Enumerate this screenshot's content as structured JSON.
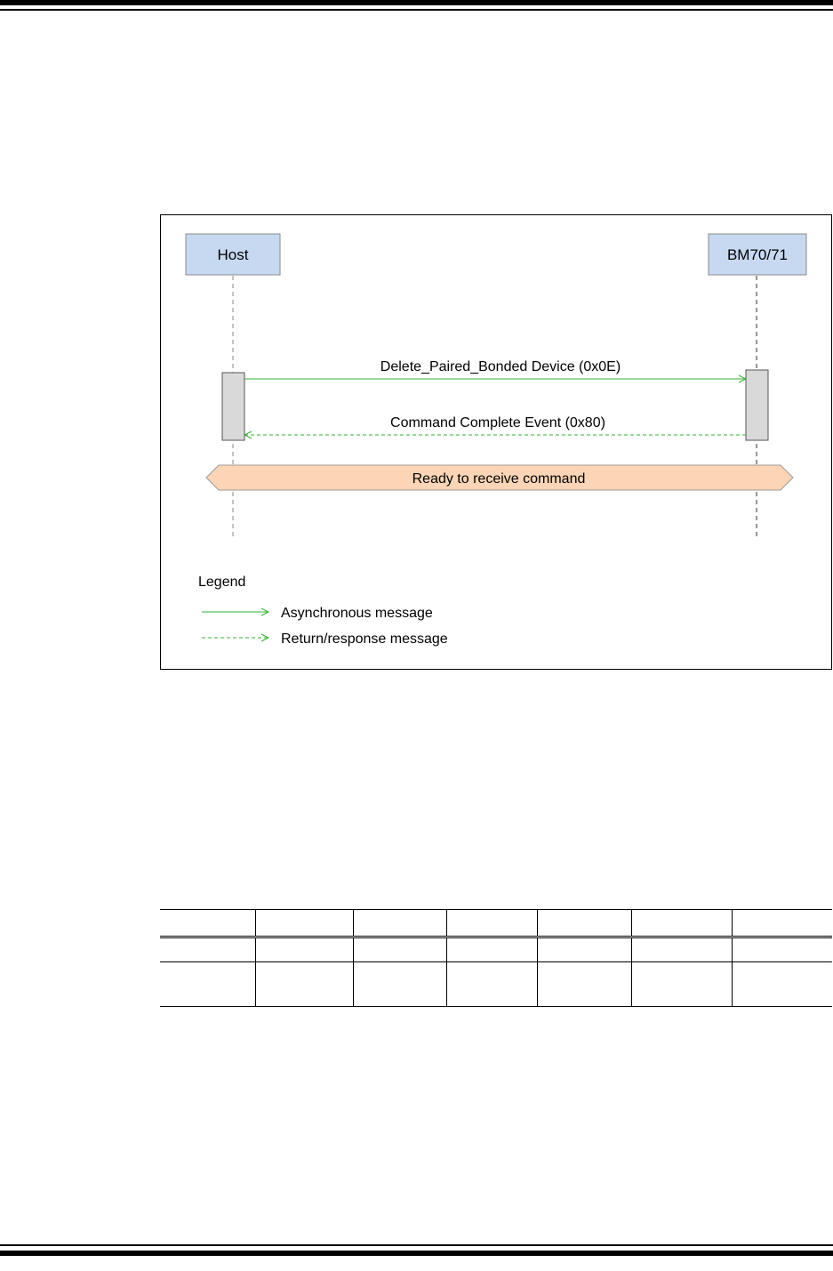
{
  "diagram": {
    "participants": [
      {
        "id": "host",
        "label": "Host"
      },
      {
        "id": "device",
        "label": "BM70/71"
      }
    ],
    "messages": [
      {
        "label": "Delete_Paired_Bonded Device (0x0E)",
        "from": "host",
        "to": "device",
        "style": "solid"
      },
      {
        "label": "Command Complete Event (0x80)",
        "from": "device",
        "to": "host",
        "style": "dashed"
      }
    ],
    "state_banner": "Ready to receive command",
    "legend": {
      "title": "Legend",
      "items": [
        {
          "style": "solid",
          "label": "Asynchronous message"
        },
        {
          "style": "dashed",
          "label": "Return/response message"
        }
      ]
    },
    "colors": {
      "participant_fill": "#c6d9f1",
      "activation_fill": "#d9d9d9",
      "arrow": "#33b233",
      "banner_fill": "#fbd5b5",
      "lifeline": "#888888"
    }
  },
  "table": {
    "columns": [
      "",
      "",
      "",
      "",
      "",
      "",
      ""
    ],
    "rows": [
      [
        "",
        "",
        "",
        "",
        "",
        "",
        ""
      ],
      [
        "",
        "",
        "",
        "",
        "",
        "",
        ""
      ]
    ]
  }
}
